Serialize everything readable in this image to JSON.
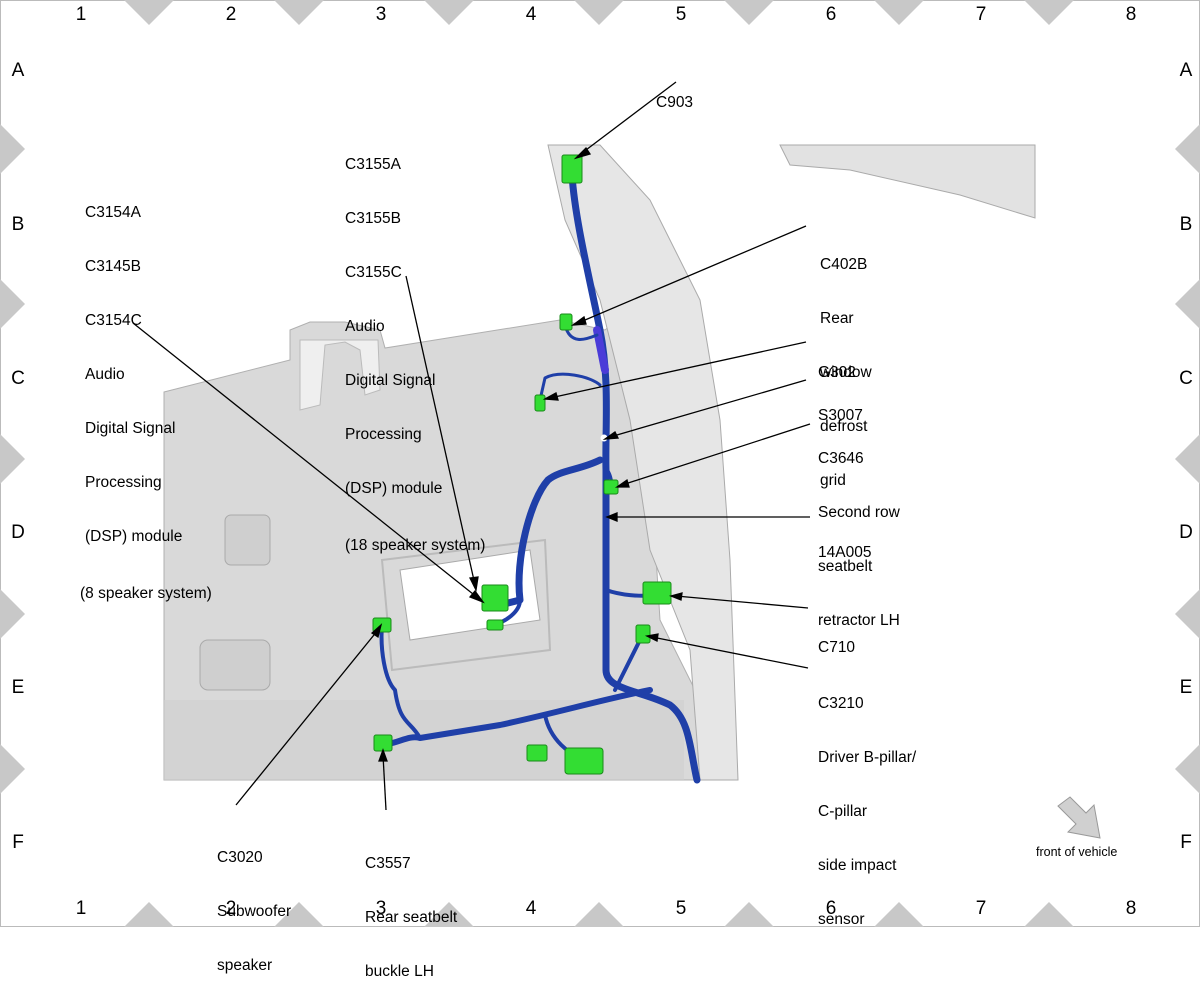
{
  "grid": {
    "columns": [
      "1",
      "2",
      "3",
      "4",
      "5",
      "6",
      "7",
      "8"
    ],
    "rows": [
      "A",
      "B",
      "C",
      "D",
      "E",
      "F"
    ]
  },
  "labels": {
    "c903": [
      "C903"
    ],
    "dsp18": [
      "C3155A",
      "C3155B",
      "C3155C",
      "Audio",
      "Digital Signal",
      "Processing",
      "(DSP) module",
      "(18 speaker system)"
    ],
    "dsp8": [
      "C3154A",
      "C3145B",
      "C3154C",
      "Audio",
      "Digital Signal",
      "Processing",
      "(DSP) module",
      "(8 speaker system)"
    ],
    "c402b": [
      "C402B",
      "Rear",
      "window",
      "defrost",
      "grid"
    ],
    "g302": [
      "G302"
    ],
    "s3007": [
      "S3007"
    ],
    "c3646": [
      "C3646",
      "Second row",
      "seatbelt",
      "retractor LH"
    ],
    "harness": [
      "14A005"
    ],
    "c710": [
      "C710"
    ],
    "c3210": [
      "C3210",
      "Driver B-pillar/",
      "C-pillar",
      "side impact",
      "sensor"
    ],
    "c3020": [
      "C3020",
      "Subwoofer",
      "speaker"
    ],
    "c3557": [
      "C3557",
      "Rear seatbelt",
      "buckle LH"
    ]
  },
  "front_of_vehicle": "front of vehicle",
  "colors": {
    "harness": "#1f3fa8",
    "connector": "#33dd33",
    "panel": "#dcdcdc",
    "border_diamond": "#c8c8c8"
  }
}
